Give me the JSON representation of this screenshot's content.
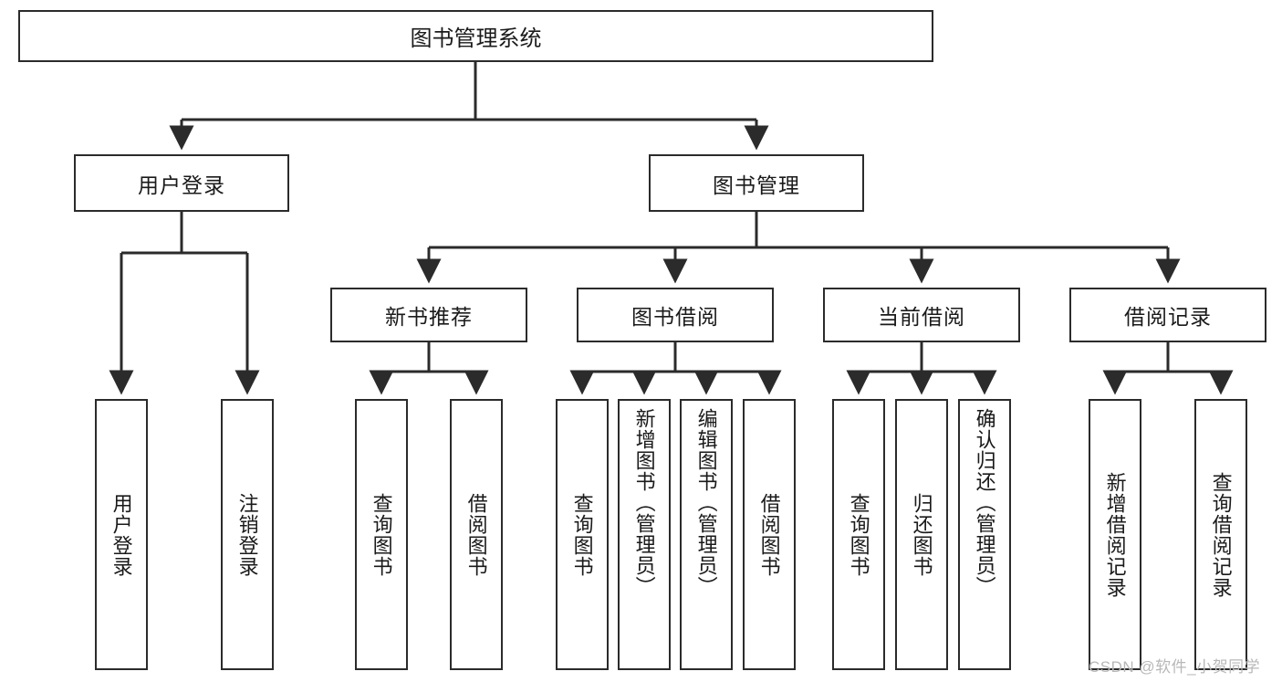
{
  "diagram": {
    "type": "tree-hierarchy",
    "title": "图书管理系统",
    "watermark": "CSDN @软件_小贺同学",
    "colors": {
      "box_border": "#2b2b2b",
      "box_fill": "#ffffff",
      "edge": "#2b2b2b",
      "text": "#1a1a1a",
      "watermark": "#b8b8b8"
    },
    "nodes": {
      "root": {
        "label": "图书管理系统"
      },
      "level2": [
        {
          "id": "user-login",
          "label": "用户登录"
        },
        {
          "id": "book-manage",
          "label": "图书管理"
        }
      ],
      "level3": [
        {
          "id": "new-book-recommend",
          "label": "新书推荐"
        },
        {
          "id": "book-borrow",
          "label": "图书借阅"
        },
        {
          "id": "current-borrow",
          "label": "当前借阅"
        },
        {
          "id": "borrow-record",
          "label": "借阅记录"
        }
      ],
      "leaves": {
        "user_login": [
          {
            "id": "leaf-user-login",
            "label": "用户登录"
          },
          {
            "id": "leaf-logout-login",
            "label": "注销登录"
          }
        ],
        "new_book_recommend": [
          {
            "id": "leaf-query-book-1",
            "label": "查询图书"
          },
          {
            "id": "leaf-borrow-book-1",
            "label": "借阅图书"
          }
        ],
        "book_borrow": [
          {
            "id": "leaf-query-book-2",
            "label": "查询图书"
          },
          {
            "id": "leaf-add-book",
            "label": "新增图书（管理员）"
          },
          {
            "id": "leaf-edit-book",
            "label": "编辑图书（管理员）"
          },
          {
            "id": "leaf-borrow-book-2",
            "label": "借阅图书"
          }
        ],
        "current_borrow": [
          {
            "id": "leaf-query-book-3",
            "label": "查询图书"
          },
          {
            "id": "leaf-return-book",
            "label": "归还图书"
          },
          {
            "id": "leaf-confirm-return",
            "label": "确认归还（管理员）"
          }
        ],
        "borrow_record": [
          {
            "id": "leaf-add-record",
            "label": "新增借阅记录"
          },
          {
            "id": "leaf-query-record",
            "label": "查询借阅记录"
          }
        ]
      }
    }
  }
}
